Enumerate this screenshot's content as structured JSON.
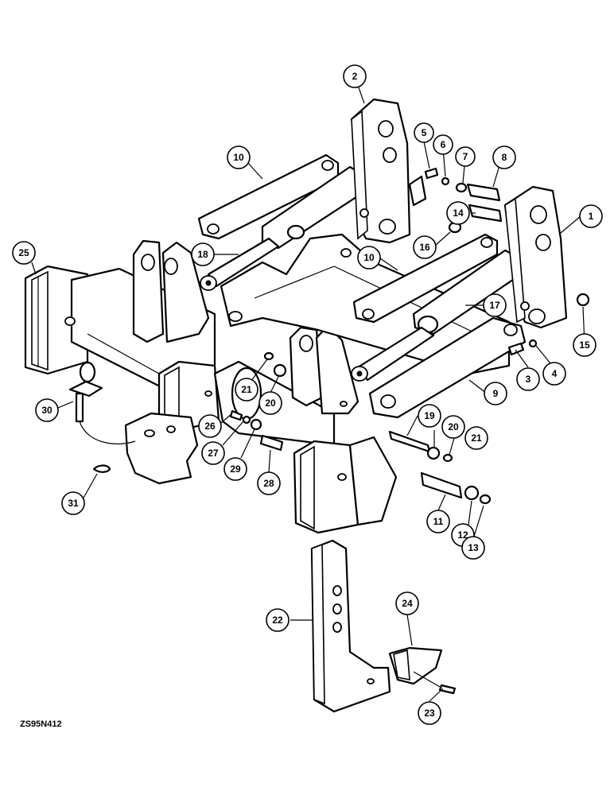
{
  "figure_code": "ZS95N412",
  "callouts": [
    {
      "label": "1"
    },
    {
      "label": "2"
    },
    {
      "label": "3"
    },
    {
      "label": "4"
    },
    {
      "label": "5"
    },
    {
      "label": "6"
    },
    {
      "label": "7"
    },
    {
      "label": "8"
    },
    {
      "label": "9"
    },
    {
      "label": "10"
    },
    {
      "label": "10"
    },
    {
      "label": "11"
    },
    {
      "label": "12"
    },
    {
      "label": "13"
    },
    {
      "label": "14"
    },
    {
      "label": "15"
    },
    {
      "label": "16"
    },
    {
      "label": "17"
    },
    {
      "label": "18"
    },
    {
      "label": "19"
    },
    {
      "label": "20"
    },
    {
      "label": "20"
    },
    {
      "label": "21"
    },
    {
      "label": "21"
    },
    {
      "label": "22"
    },
    {
      "label": "23"
    },
    {
      "label": "24"
    },
    {
      "label": "25"
    },
    {
      "label": "26"
    },
    {
      "label": "27"
    },
    {
      "label": "28"
    },
    {
      "label": "29"
    },
    {
      "label": "30"
    },
    {
      "label": "31"
    }
  ]
}
